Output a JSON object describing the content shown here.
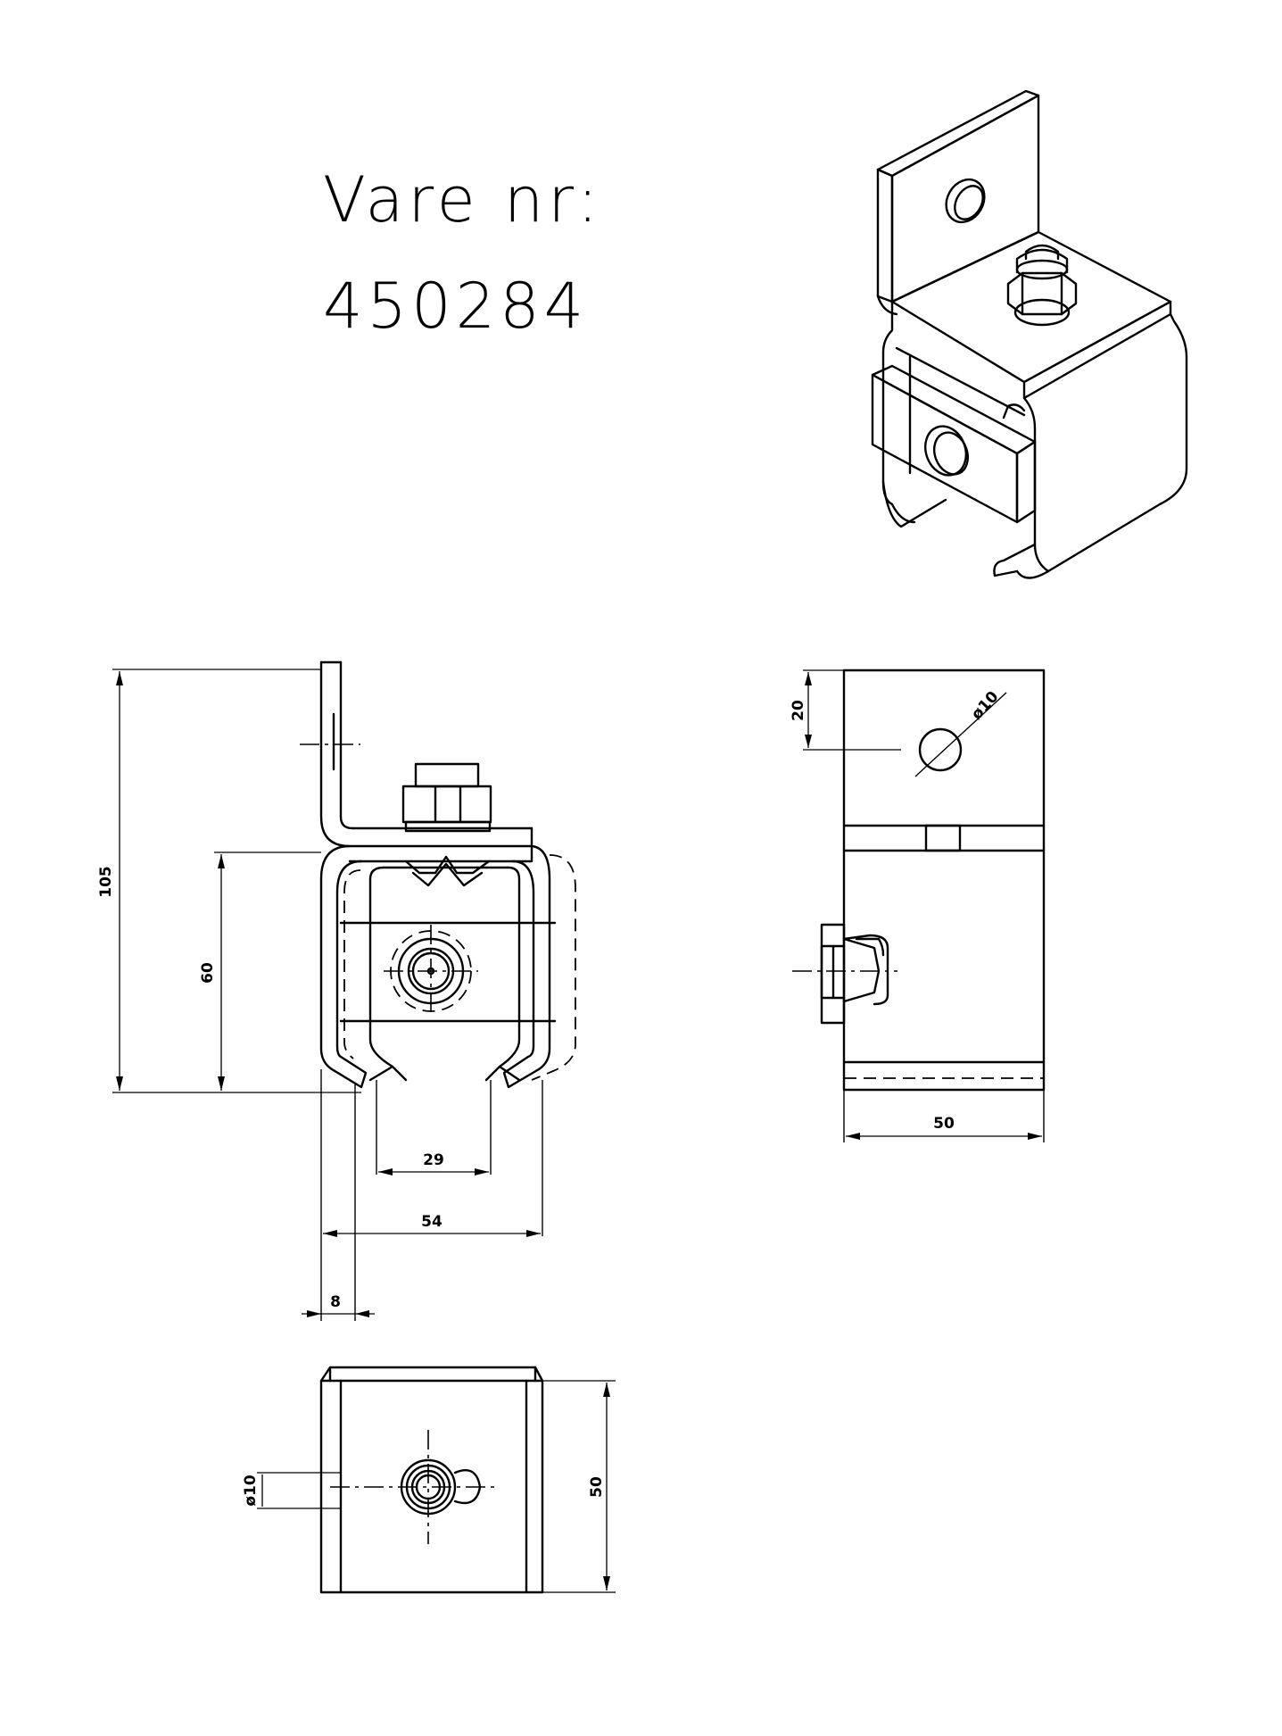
{
  "title": {
    "label": "Vare nr:",
    "number": "450284"
  },
  "dimensions": {
    "front_height_total": "105",
    "front_height_bracket": "60",
    "front_opening": "29",
    "front_width": "54",
    "front_plate_thickness": "8",
    "side_hole_diameter": "ø10",
    "side_hole_offset": "20",
    "side_width": "50",
    "top_hole_diameter": "ø10",
    "top_depth": "50"
  }
}
